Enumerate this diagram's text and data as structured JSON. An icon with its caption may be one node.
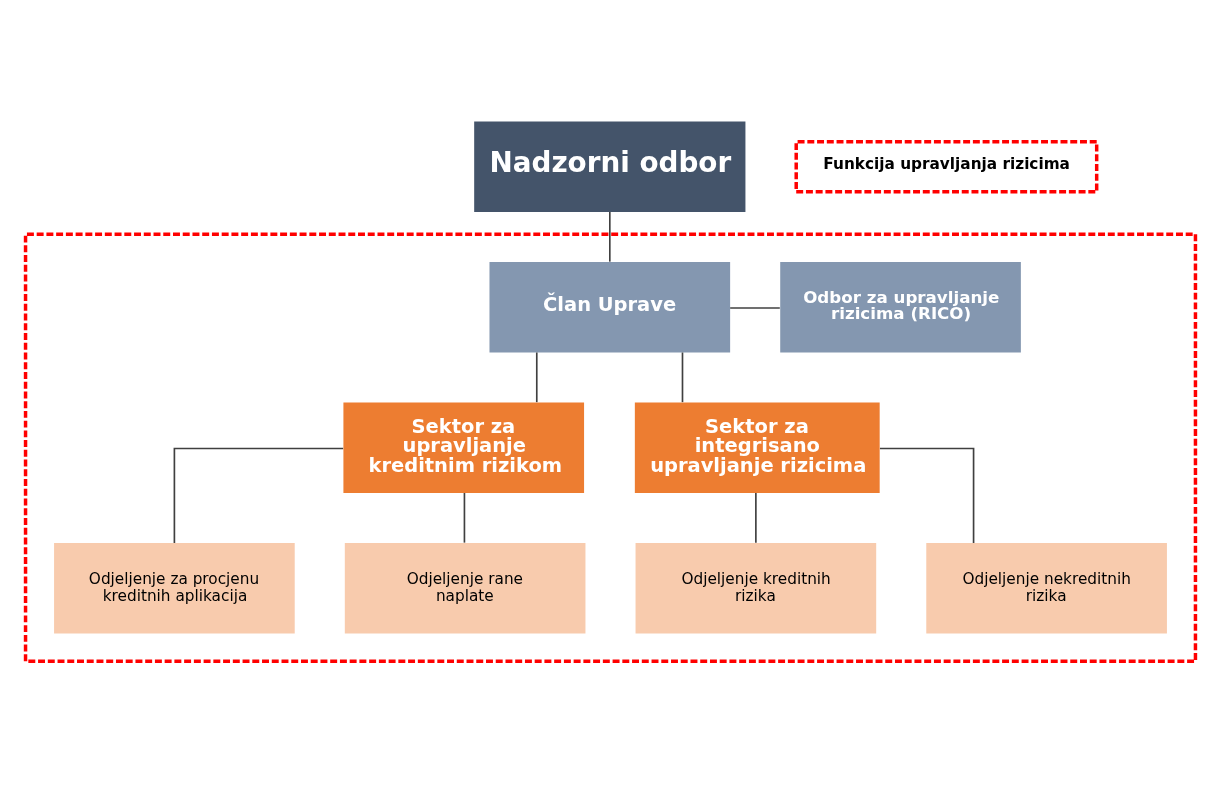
{
  "diagram": {
    "nodes": [
      {
        "text": [
          "Nadzorni odbor"
        ]
      },
      {
        "text": [],
        "shape": "box"
      },
      {
        "text": [
          "Član Uprave"
        ],
        "in": 1
      },
      {
        "text": [
          "Odbor za upravljanje rizicima (RICO)"
        ],
        "in": 1
      },
      {
        "text": [
          "Sektor za upravljanje kreditnim rizikom"
        ],
        "in": 1
      },
      {
        "text": [
          "Sektor za integrisano upravljanje rizicima"
        ],
        "in": 1
      },
      {
        "text": [
          "Odjeljenje za procjenu kreditnih aplikacija"
        ],
        "in": 1
      },
      {
        "text": [
          "Odjeljenje rane naplate"
        ],
        "in": 1
      },
      {
        "text": [
          "Odjeljenje kreditnih rizika"
        ],
        "in": 1
      },
      {
        "text": [
          "Odjeljenje nekreditnih rizika"
        ],
        "in": 1
      }
    ],
    "edges": [
      {
        "from": 0,
        "to": 2,
        "arrow": "none"
      },
      {
        "from": 2,
        "to": 3,
        "arrow": "none"
      },
      {
        "from": 2,
        "to": 4,
        "arrow": "none"
      },
      {
        "from": 2,
        "to": 5,
        "arrow": "none"
      },
      {
        "from": 4,
        "to": 6,
        "arrow": "none"
      },
      {
        "from": 4,
        "to": 7,
        "arrow": "none"
      },
      {
        "from": 5,
        "to": 8,
        "arrow": "none"
      },
      {
        "from": 5,
        "to": 9,
        "arrow": "none"
      }
    ],
    "legend": [
      {
        "text": "Funkcija upravljanja rizicima"
      }
    ]
  }
}
